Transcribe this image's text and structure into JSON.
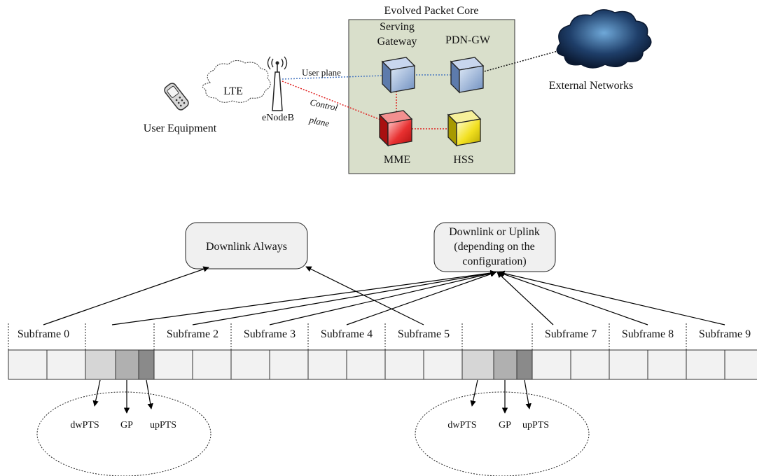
{
  "architecture": {
    "epc_title": "Evolved Packet Core",
    "ue_label": "User Equipment",
    "lte_label": "LTE",
    "enodeb_label": "eNodeB",
    "user_plane_label": "User plane",
    "control_plane_line1": "Control",
    "control_plane_line2": "plane",
    "serving_gateway_line1": "Serving",
    "serving_gateway_line2": "Gateway",
    "pdn_gw_label": "PDN-GW",
    "mme_label": "MME",
    "hss_label": "HSS",
    "external_label": "External Networks",
    "colors": {
      "epc_bg": "#d9dfcb",
      "sgw": "#7f9fcf",
      "pdn": "#7f9fcf",
      "mme": "#e0202a",
      "hss": "#f0e020",
      "user_plane_line": "#4a78c0",
      "control_plane_line": "#e02020"
    }
  },
  "frame": {
    "downlink_always": "Downlink Always",
    "dl_or_ul_line1": "Downlink or Uplink",
    "dl_or_ul_line2": "(depending on the",
    "dl_or_ul_line3": "configuration)",
    "subframes": [
      "Subframe 0",
      "Subframe 2",
      "Subframe 3",
      "Subframe 4",
      "Subframe 5",
      "Subframe 7",
      "Subframe 8",
      "Subframe 9"
    ],
    "special_fields": [
      "dwPTS",
      "GP",
      "upPTS"
    ],
    "special_fields_2": [
      "dwPTS",
      "GP",
      "upPTS"
    ]
  }
}
